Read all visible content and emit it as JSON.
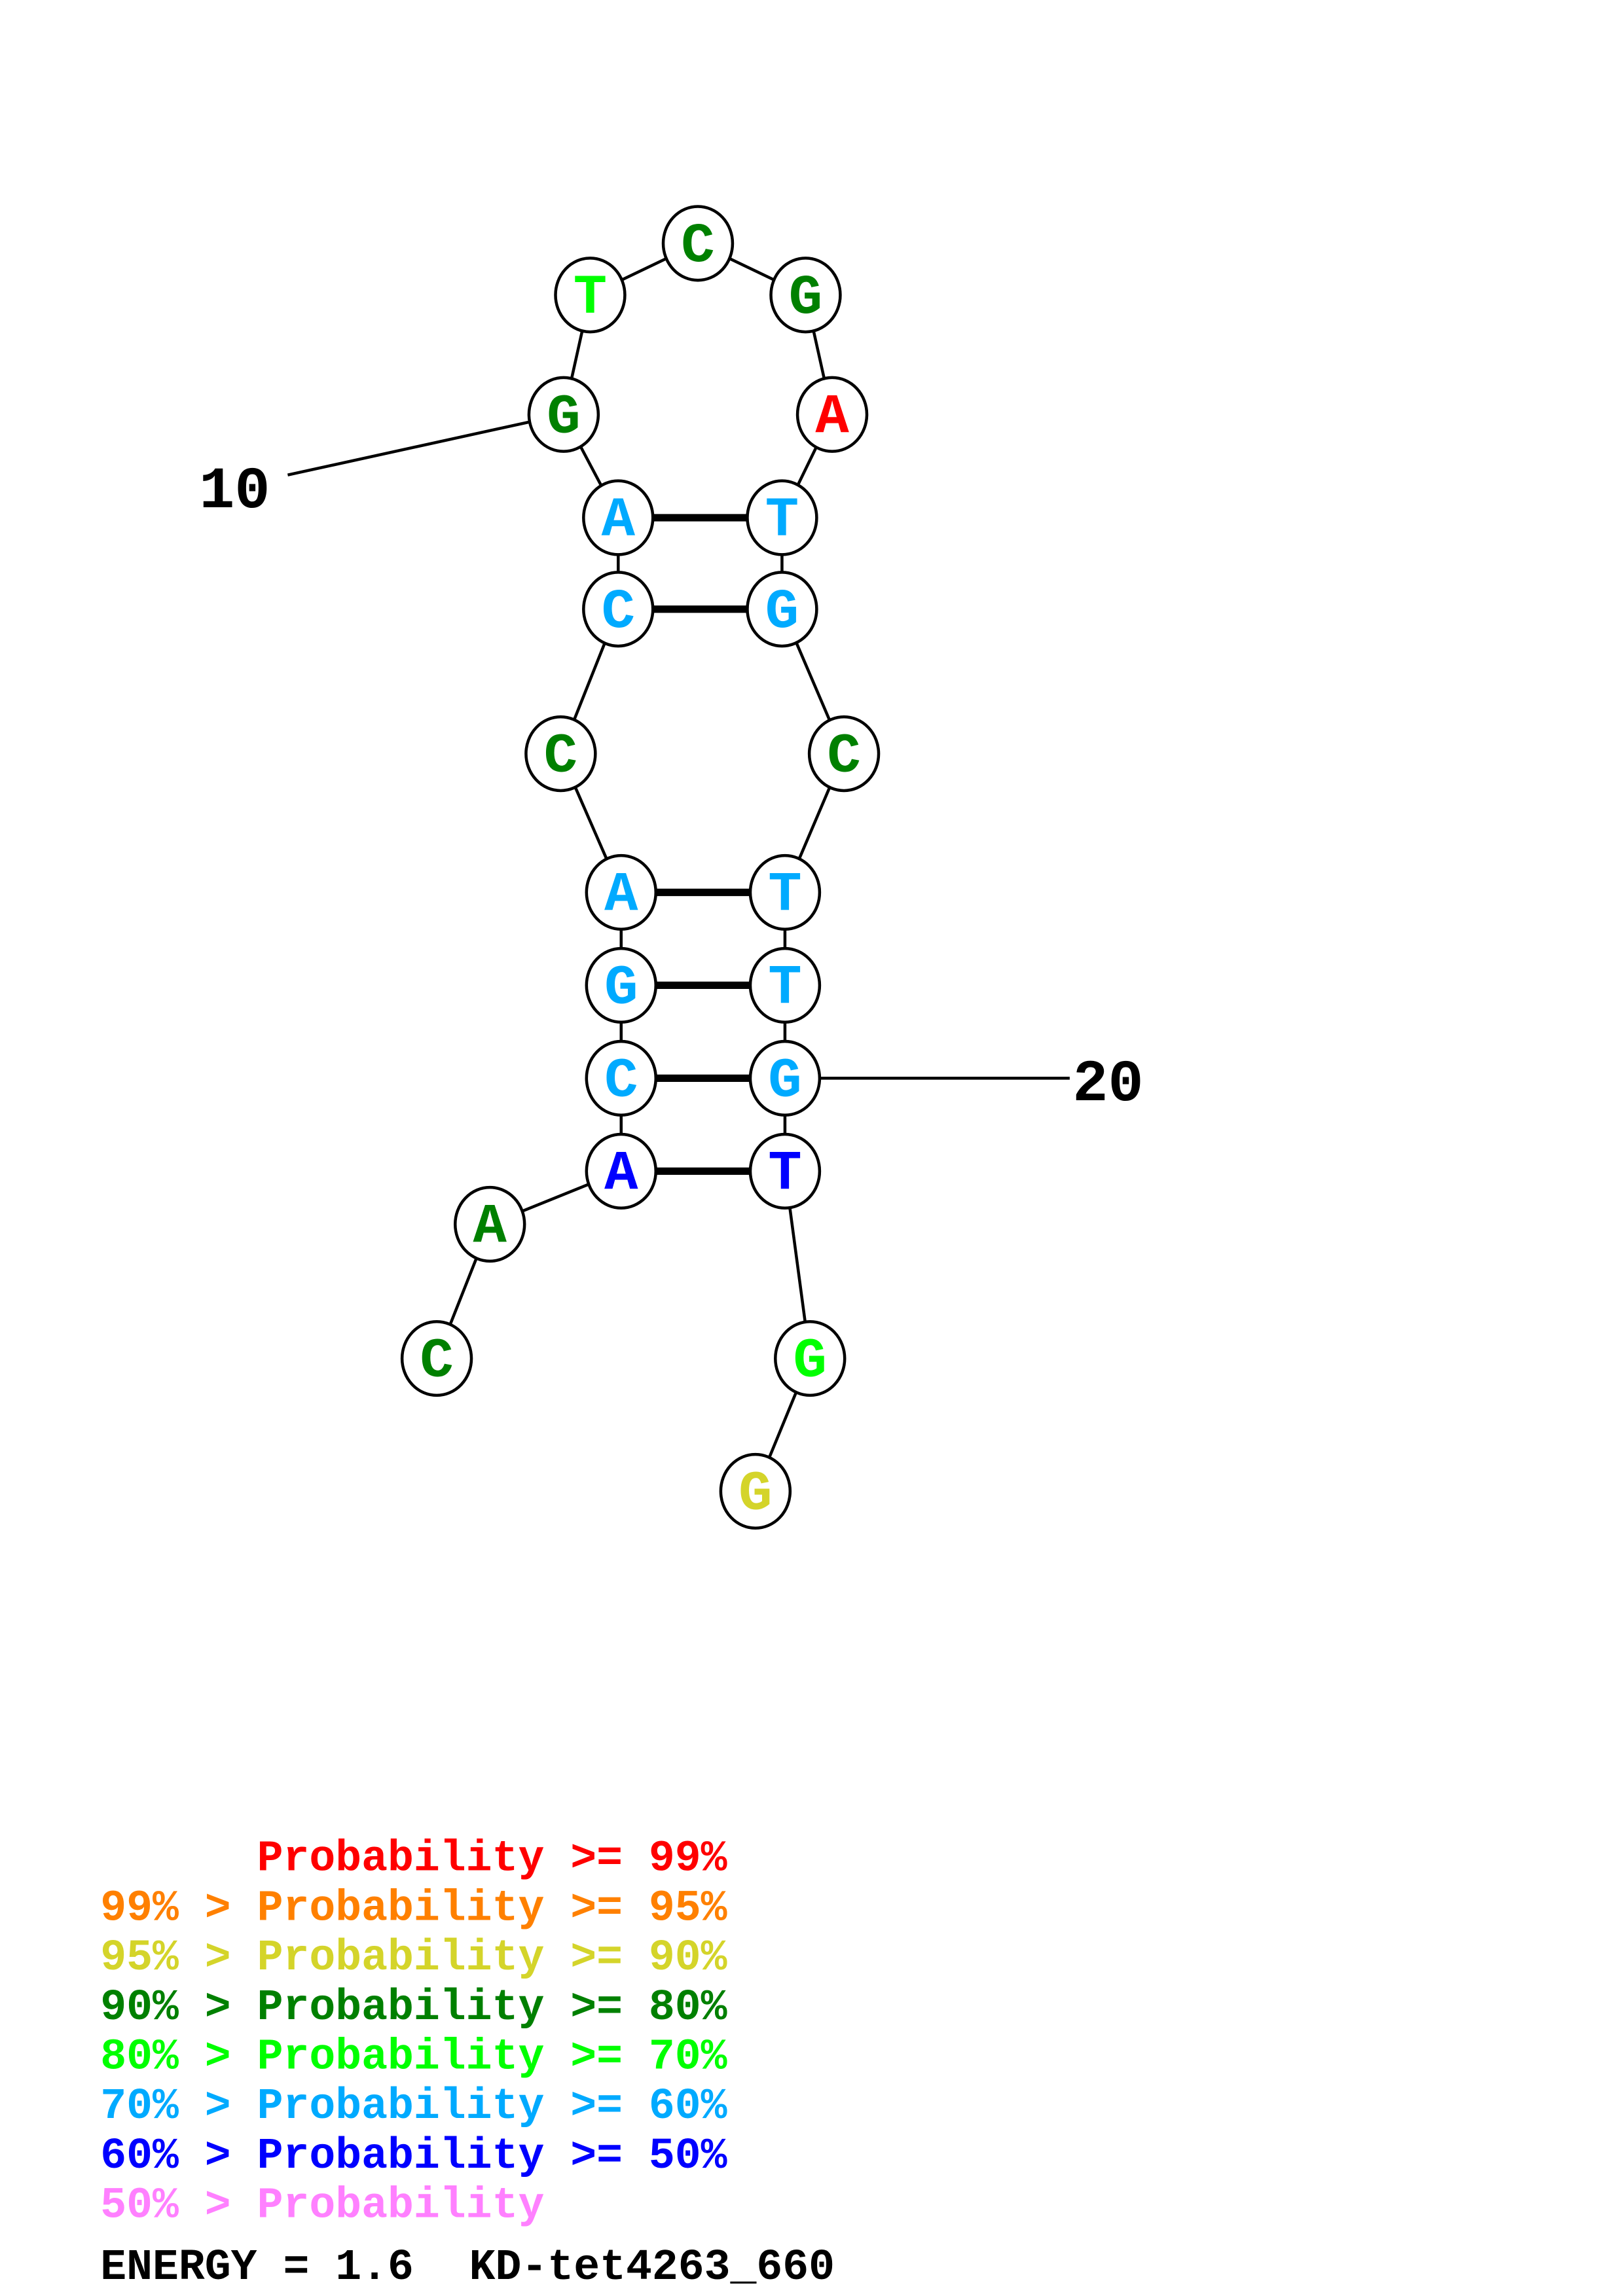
{
  "colors": {
    "p99": "#ff0000",
    "p95": "#ff8000",
    "p90": "#d4d42a",
    "p80": "#008000",
    "p70": "#00ff00",
    "p60": "#00aaff",
    "p50": "#0000ff",
    "plow": "#ff80ff"
  },
  "structure": {
    "nucleotides": [
      {
        "base": "C",
        "prob": "p80"
      },
      {
        "base": "A",
        "prob": "p80"
      },
      {
        "base": "A",
        "prob": "p50"
      },
      {
        "base": "C",
        "prob": "p60"
      },
      {
        "base": "G",
        "prob": "p60"
      },
      {
        "base": "A",
        "prob": "p60"
      },
      {
        "base": "C",
        "prob": "p80"
      },
      {
        "base": "C",
        "prob": "p60"
      },
      {
        "base": "A",
        "prob": "p60"
      },
      {
        "base": "G",
        "prob": "p80"
      },
      {
        "base": "T",
        "prob": "p70"
      },
      {
        "base": "C",
        "prob": "p80"
      },
      {
        "base": "G",
        "prob": "p80"
      },
      {
        "base": "A",
        "prob": "p99"
      },
      {
        "base": "T",
        "prob": "p60"
      },
      {
        "base": "G",
        "prob": "p60"
      },
      {
        "base": "C",
        "prob": "p80"
      },
      {
        "base": "T",
        "prob": "p60"
      },
      {
        "base": "T",
        "prob": "p60"
      },
      {
        "base": "G",
        "prob": "p60"
      },
      {
        "base": "T",
        "prob": "p50"
      },
      {
        "base": "G",
        "prob": "p70"
      },
      {
        "base": "G",
        "prob": "p90"
      }
    ],
    "pairs": [
      [
        9,
        15
      ],
      [
        8,
        16
      ],
      [
        6,
        18
      ],
      [
        5,
        19
      ],
      [
        4,
        20
      ],
      [
        3,
        21
      ]
    ],
    "position_labels": [
      {
        "index": 10,
        "text": "10"
      },
      {
        "index": 20,
        "text": "20"
      }
    ]
  },
  "legend": [
    {
      "text": "      Probability >= 99%",
      "prob": "p99"
    },
    {
      "text": "99% > Probability >= 95%",
      "prob": "p95"
    },
    {
      "text": "95% > Probability >= 90%",
      "prob": "p90"
    },
    {
      "text": "90% > Probability >= 80%",
      "prob": "p80"
    },
    {
      "text": "80% > Probability >= 70%",
      "prob": "p70"
    },
    {
      "text": "70% > Probability >= 60%",
      "prob": "p60"
    },
    {
      "text": "60% > Probability >= 50%",
      "prob": "p50"
    },
    {
      "text": "50% > Probability",
      "prob": "plow"
    }
  ],
  "footer": {
    "energy": "ENERGY = 1.6",
    "name": "KD-tet4263_660"
  }
}
